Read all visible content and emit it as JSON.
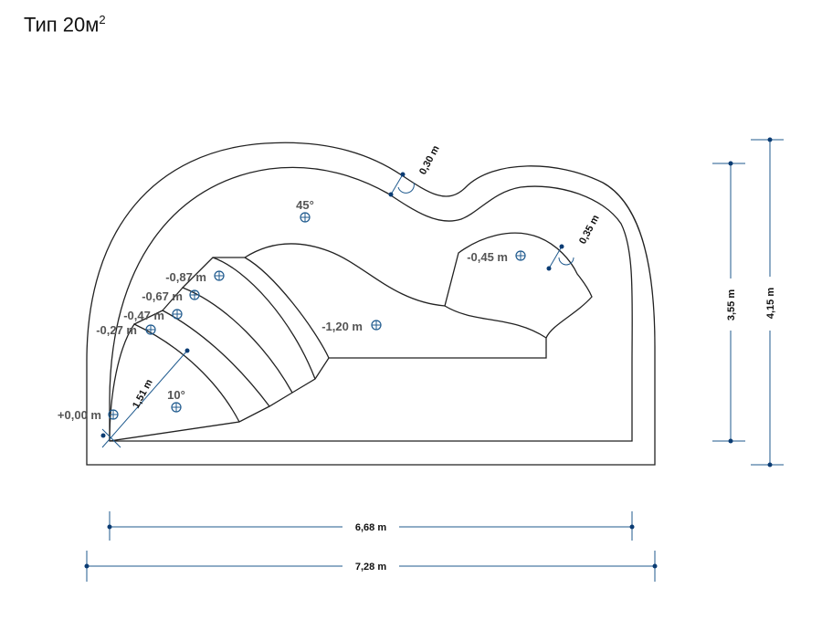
{
  "title": {
    "text": "Тип 20м",
    "sup": "2"
  },
  "colors": {
    "outline": "#222222",
    "dimension": "#1f5a8e",
    "dimension_dot": "#0b3c73",
    "level_text": "#555555"
  },
  "dimensions": {
    "inner_width": "6,68 m",
    "outer_width": "7,28 m",
    "inner_height": "3,55 m",
    "outer_height": "4,15 m",
    "wall_top": "0,30 m",
    "wall_right": "0,35 m",
    "stairs_radius": "1,51 m"
  },
  "levels": {
    "start": "+0,00 m",
    "step1": "-0,27 m",
    "step2": "-0,47 m",
    "step3": "-0,67 m",
    "step4": "-0,87 m",
    "bench": "-0,45 m",
    "deep": "-1,20 m"
  },
  "angles": {
    "slope_main": "45°",
    "slope_stairs": "10°"
  },
  "icons": {
    "level_marker": "level-marker-icon"
  }
}
